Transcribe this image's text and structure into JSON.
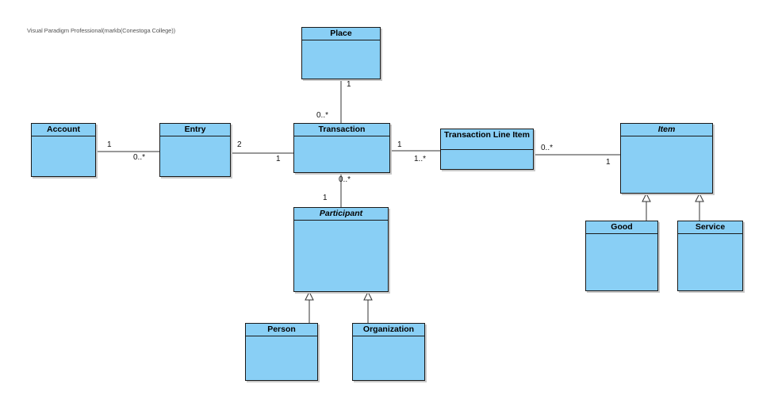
{
  "watermark": "Visual Paradigm Professional(markb(Conestoga College))",
  "classes": {
    "place": "Place",
    "account": "Account",
    "entry": "Entry",
    "transaction": "Transaction",
    "transaction_line_item": "Transaction Line Item",
    "item": "Item",
    "participant": "Participant",
    "good": "Good",
    "service": "Service",
    "person": "Person",
    "organization": "Organization"
  },
  "multiplicities": {
    "place_side": "1",
    "transaction_place_side": "0..*",
    "account_side": "1",
    "entry_account_side": "0..*",
    "entry_side": "2",
    "transaction_entry_side": "1",
    "transaction_line_side": "1",
    "line_item_transaction_side": "1..*",
    "line_item_item_side": "0..*",
    "item_side": "1",
    "transaction_participant_side": "0..*",
    "participant_side": "1"
  }
}
